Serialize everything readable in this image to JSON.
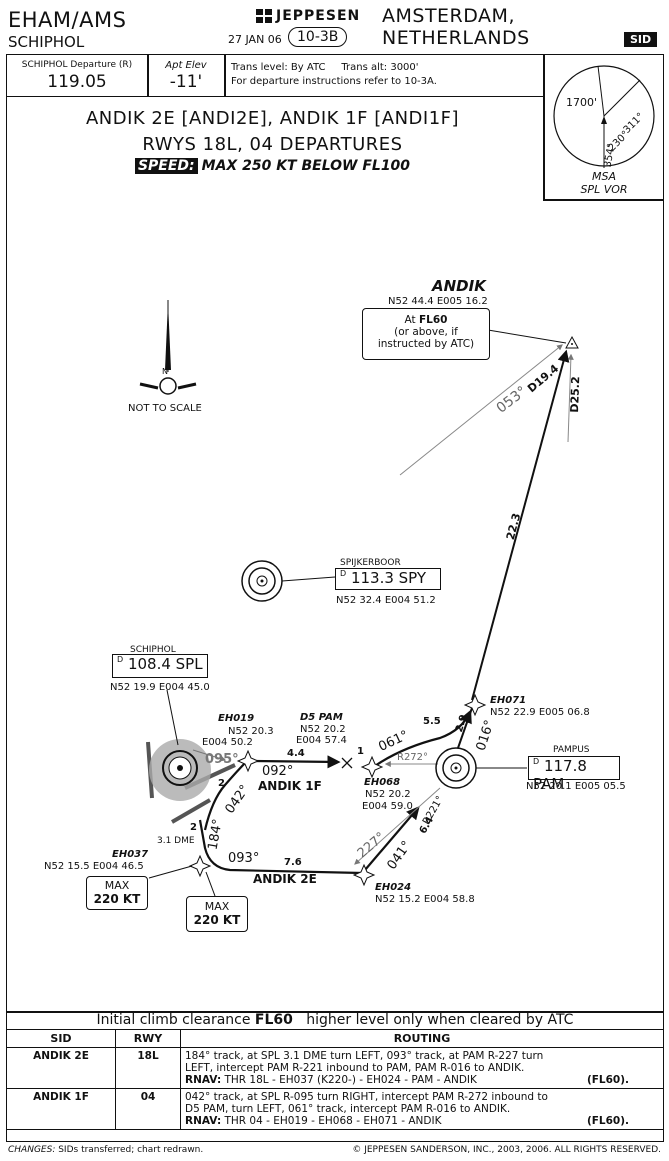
{
  "header": {
    "icao_iata": "EHAM/AMS",
    "airport": "SCHIPHOL",
    "brand": "JEPPESEN",
    "city": "AMSTERDAM, NETHERLANDS",
    "date": "27 JAN 06",
    "page": "10-3B",
    "chart_type": "SID"
  },
  "info_strip": {
    "departure_label": "SCHIPHOL Departure (R)",
    "departure_freq": "119.05",
    "elev_label": "Apt Elev",
    "elev_value": "-11'",
    "trans_line1": "Trans level: By ATC     Trans alt: 3000'",
    "trans_line2": "For departure instructions refer to 10-3A."
  },
  "msa": {
    "alt": "1700'",
    "r1": "311°",
    "r2": "230°",
    "r3": "354°",
    "label1": "MSA",
    "label2": "SPL VOR"
  },
  "title": {
    "line1": "ANDIK 2E [ANDI2E], ANDIK 1F [ANDI1F]",
    "line2": "RWYS 18L, 04 DEPARTURES",
    "speed_tag": "SPEED:",
    "speed_text": "MAX 250 KT BELOW FL100"
  },
  "map": {
    "north_label": "N",
    "not_to_scale": "NOT TO SCALE",
    "andik": {
      "name": "ANDIK",
      "coords": "N52 44.4 E005 16.2",
      "note_line1_a": "At ",
      "note_line1_b": "FL60",
      "note_line2": "(or above, if",
      "note_line3": "instructed by ATC)"
    },
    "spy": {
      "name": "SPIJKERBOOR",
      "freq_prefix": "D",
      "freq": "113.3 SPY",
      "coords": "N52 32.4 E004 51.2"
    },
    "spl": {
      "name": "SCHIPHOL",
      "freq_prefix": "D",
      "freq": "108.4 SPL",
      "coords": "N52 19.9 E004 45.0"
    },
    "pam": {
      "name": "PAMPUS",
      "freq_prefix": "D",
      "freq": "117.8 PAM",
      "coords": "N52 20.1 E005 05.5"
    },
    "eh019": {
      "name": "EH019",
      "lat": "N52 20.3",
      "lon": "E004 50.2"
    },
    "d5pam": {
      "name": "D5 PAM",
      "lat": "N52 20.2",
      "lon": "E004 57.4"
    },
    "eh068": {
      "name": "EH068",
      "lat": "N52 20.2",
      "lon": "E004 59.0"
    },
    "eh071": {
      "name": "EH071",
      "coords": "N52 22.9 E005 06.8"
    },
    "eh024": {
      "name": "EH024",
      "coords": "N52 15.2 E004 58.8"
    },
    "eh037": {
      "name": "EH037",
      "coords": "N52 15.5 E004 46.5"
    },
    "route_labels": {
      "andik1f": "ANDIK 1F",
      "andik2e": "ANDIK 2E",
      "t092": "092°",
      "t095": "095°",
      "t042": "042°",
      "t184": "184°",
      "t093": "093°",
      "t061": "061°",
      "t016": "016°",
      "t053": "053°",
      "t227": "227°",
      "t041": "041°",
      "r272": "R272°",
      "r221": "R221°",
      "d19_4": "D19.4",
      "d25_2": "D25.2",
      "d4_4": "4.4",
      "d5_5": "5.5",
      "d2_9": "2.9",
      "d22_3": "22.3",
      "d7_6": "7.6",
      "d6_4": "6.4",
      "d1": "1",
      "d2a": "2",
      "d2b": "2",
      "dme31": "3.1 DME"
    },
    "max_box1": {
      "l1": "MAX",
      "l2": "220 KT"
    },
    "max_box2": {
      "l1": "MAX",
      "l2": "220 KT"
    }
  },
  "routing": {
    "clearance_a": "Initial climb clearance ",
    "clearance_b": "FL60",
    "clearance_c": "   higher level only when cleared by ATC",
    "headers": [
      "SID",
      "RWY",
      "ROUTING"
    ],
    "rows": [
      {
        "sid": "ANDIK 2E",
        "rwy": "18L",
        "text1": "184° track, at SPL 3.1 DME turn LEFT, 093° track, at PAM R-227 turn",
        "text2": "LEFT, intercept PAM R-221 inbound to PAM, PAM R-016 to ANDIK.",
        "rnav_label": "RNAV:",
        "rnav": " THR 18L - EH037 (K220-) - EH024 - PAM - ANDIK",
        "fl": "(FL60)."
      },
      {
        "sid": "ANDIK 1F",
        "rwy": "04",
        "text1": "042° track, at SPL R-095 turn RIGHT, intercept PAM R-272 inbound to",
        "text2": "D5 PAM, turn LEFT, 061° track, intercept PAM R-016 to ANDIK.",
        "rnav_label": "RNAV:",
        "rnav": " THR 04 - EH019 - EH068 - EH071 - ANDIK",
        "fl": "(FL60)."
      }
    ]
  },
  "footer": {
    "changes_label": "CHANGES:",
    "changes": " SIDs transferred; chart redrawn.",
    "copyright": "© JEPPESEN SANDERSON, INC., 2003, 2006. ALL RIGHTS RESERVED."
  }
}
